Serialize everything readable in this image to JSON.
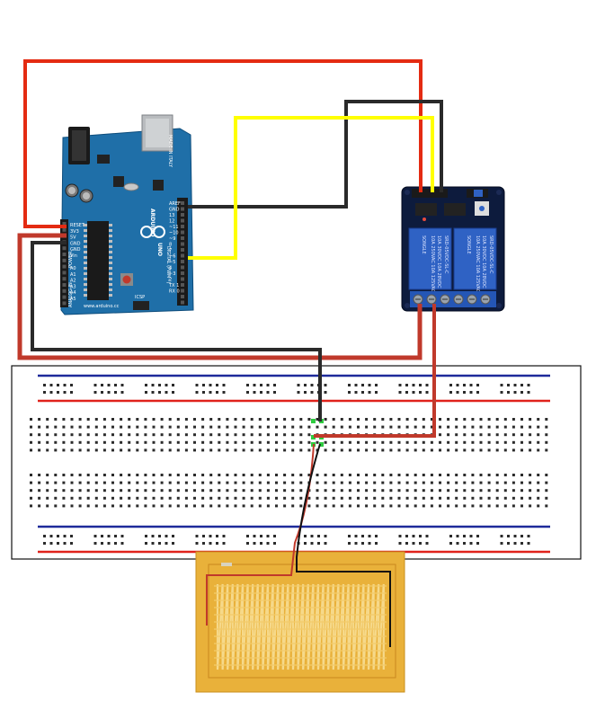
{
  "arduino": {
    "brand": "ARDUINO",
    "model": "UNO",
    "made_in": "MADE IN ITALY",
    "site": "www.arduino.cc",
    "on_label": "ON",
    "digital_label": "DIGITAL (PWM~)",
    "analog_label": "ANALOG IN",
    "power_label": "POWER",
    "icsp_label": "ICSP",
    "reset_label": "RESET",
    "header_top": [
      "AREF",
      "GND",
      "13",
      "12",
      "~11",
      "~10",
      "~9",
      "8"
    ],
    "header_bottom": [
      "7",
      "~6",
      "~5",
      "4",
      "~3",
      "2",
      "TX 1",
      "RX 0"
    ],
    "power_pins": [
      "RESET",
      "3V3",
      "5V",
      "GND",
      "GND",
      "Vin"
    ],
    "analog_pins": [
      "A0",
      "A1",
      "A2",
      "A3",
      "A4",
      "A5"
    ]
  },
  "relay": {
    "brand": "SONGLE",
    "rating1": "10A 250VAC 10A 125VAC",
    "rating2": "10A 30VDC 10A 28VDC",
    "model": "SRD-05VDC-SL-C"
  },
  "colors": {
    "power_wire": "#e42b12",
    "ground_wire": "#2a2a2a",
    "signal_wire": "#ffff00",
    "load_wire": "#c0392b",
    "board": "#1f6fa8",
    "relay_pcb": "#0d1b3d",
    "relay_body": "#2f62c4",
    "breadboard_rail_blue": "#1e2a9a",
    "breadboard_rail_red": "#e0221b",
    "heater": "#e9b13a"
  }
}
